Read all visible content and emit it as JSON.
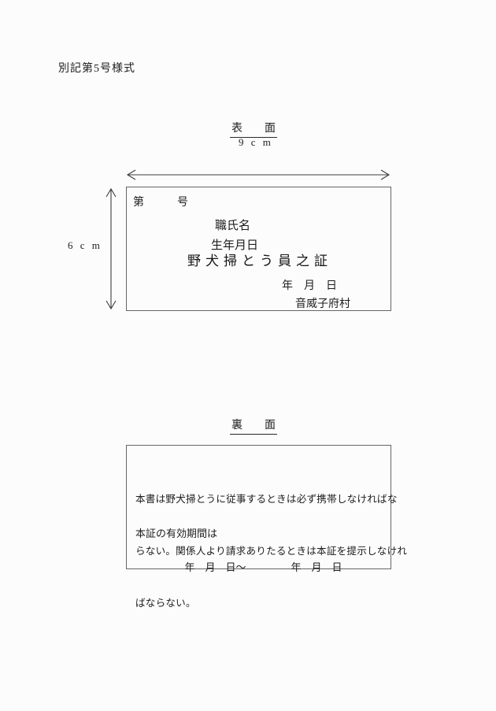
{
  "doc_title": "別記第5号様式",
  "front": {
    "section_label": "表　　面",
    "width_label": "9 c m",
    "height_label": "6 c m",
    "card": {
      "number_line": "第　　　号",
      "name_label": "職氏名",
      "birth_label": "生年月日",
      "cert_title": "野犬掃とう員之証",
      "date_line": "年　月　日",
      "issuer": "音威子府村"
    }
  },
  "back": {
    "section_label": "裏　　面",
    "card": {
      "notice_lines": [
        "本書は野犬掃とうに従事するときは必ず携帯しなければな",
        "らない。関係人より請求ありたるときは本証を提示しなけれ",
        "ばならない。"
      ],
      "validity_label": "本証の有効期間は",
      "validity_from": "年　月　日～",
      "validity_to": "年　月　日"
    }
  }
}
